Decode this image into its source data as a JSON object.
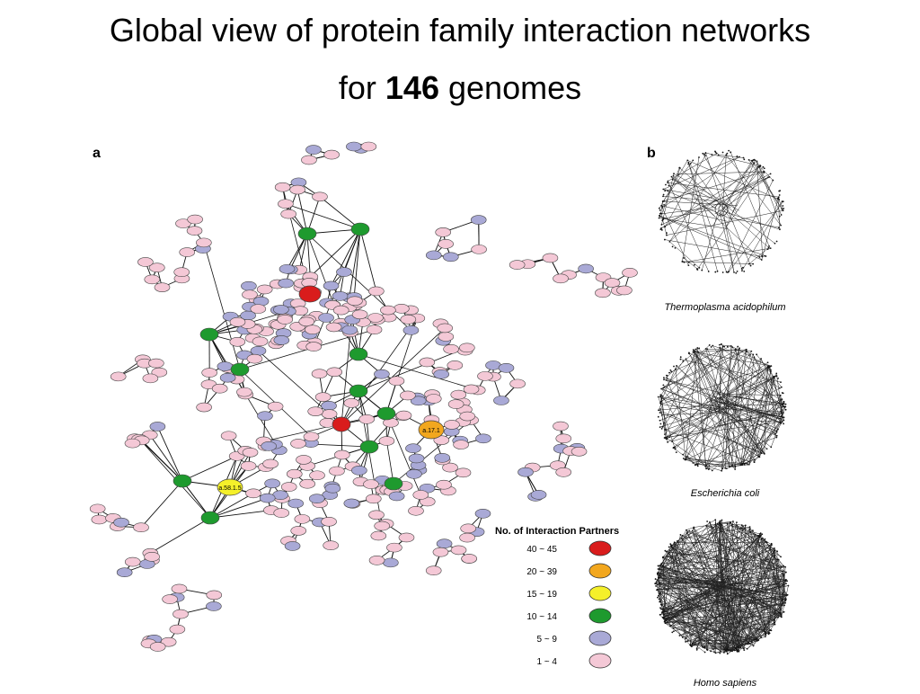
{
  "slide": {
    "title_line1": "Global view of protein family interaction networks",
    "title_line2_prefix": "for",
    "title_line2_bold": "146",
    "title_line2_suffix": "genomes"
  },
  "panel_a": {
    "label": "a",
    "legend": {
      "title": "No. of Interaction Partners",
      "entries": [
        {
          "range": "40 ~ 45",
          "color": "#d91c1c"
        },
        {
          "range": "20 ~ 39",
          "color": "#f2a71e"
        },
        {
          "range": "15 ~ 19",
          "color": "#f5f02a"
        },
        {
          "range": "10 ~ 14",
          "color": "#1e9a2e"
        },
        {
          "range": "5 ~ 9",
          "color": "#a9a9d6"
        },
        {
          "range": "1 ~ 4",
          "color": "#f4c8d6"
        }
      ]
    },
    "hub_labels": {
      "orange_hub": "a.17.1",
      "yellow_hub": "a.58.1.5"
    }
  },
  "panel_b": {
    "label": "b",
    "networks": [
      {
        "name": "Thermoplasma acidophilum"
      },
      {
        "name": "Escherichia coli"
      },
      {
        "name": "Homo sapiens"
      }
    ]
  },
  "colors": {
    "edge": "#111111",
    "node_stroke": "#444444"
  }
}
